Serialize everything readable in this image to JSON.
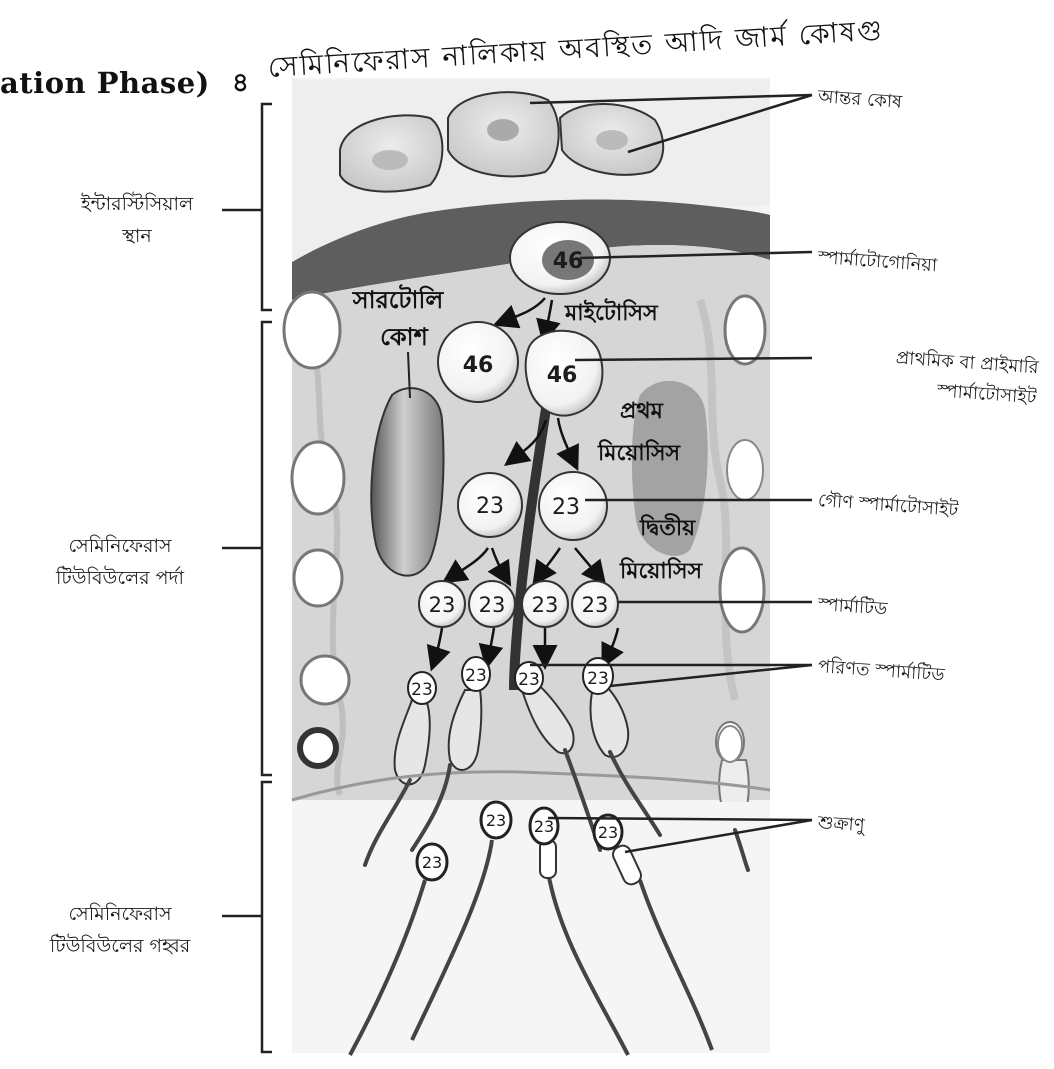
{
  "header": {
    "english_fragment": "ation Phase)",
    "separator": "৪",
    "bengali_title": "সেমিনিফেরাস নালিকায় অবস্থিত আদি জার্ম কোষগু"
  },
  "left_labels": {
    "interstitial_line1": "ইন্টারস্টিসিয়াল",
    "interstitial_line2": "স্থান",
    "tubule_wall_line1": "সেমিনিফেরাস",
    "tubule_wall_line2": "টিউবিউলের পর্দা",
    "tubule_lumen_line1": "সেমিনিফেরাস",
    "tubule_lumen_line2": "টিউবিউলের গহ্বর"
  },
  "right_labels": {
    "interstitial_cell": "আন্তর কোষ",
    "spermatogonia": "স্পার্মাটোগোনিয়া",
    "primary_spermatocyte_line1": "প্রাথমিক বা প্রাইমারি",
    "primary_spermatocyte_line2": "স্পার্মাটোসাইট",
    "secondary_spermatocyte": "গৌণ স্পার্মাটোসাইট",
    "spermatid": "স্পার্মাটিড",
    "mature_spermatid": "পরিণত স্পার্মাটিড",
    "sperm": "শুক্রাণু"
  },
  "inner_labels": {
    "sertoli_line1": "সারটোলি",
    "sertoli_line2": "কোশ",
    "mitosis": "মাইটোসিস",
    "meiosis1_line1": "প্রথম",
    "meiosis1_line2": "মিয়োসিস",
    "meiosis2_line1": "দ্বিতীয়",
    "meiosis2_line2": "মিয়োসিস"
  },
  "chromosome_numbers": {
    "spermatogonium": "46",
    "primary_left": "46",
    "primary_right": "46",
    "secondary_left": "23",
    "secondary_right": "23",
    "spermatid": "23",
    "mature_spermatid": "23",
    "sperm": "23"
  },
  "colors": {
    "tissue_fill": "#d9d9d9",
    "membrane_dark": "#5c5c5c",
    "cell_fill": "#ffffff",
    "ink": "#1a1a1a"
  }
}
